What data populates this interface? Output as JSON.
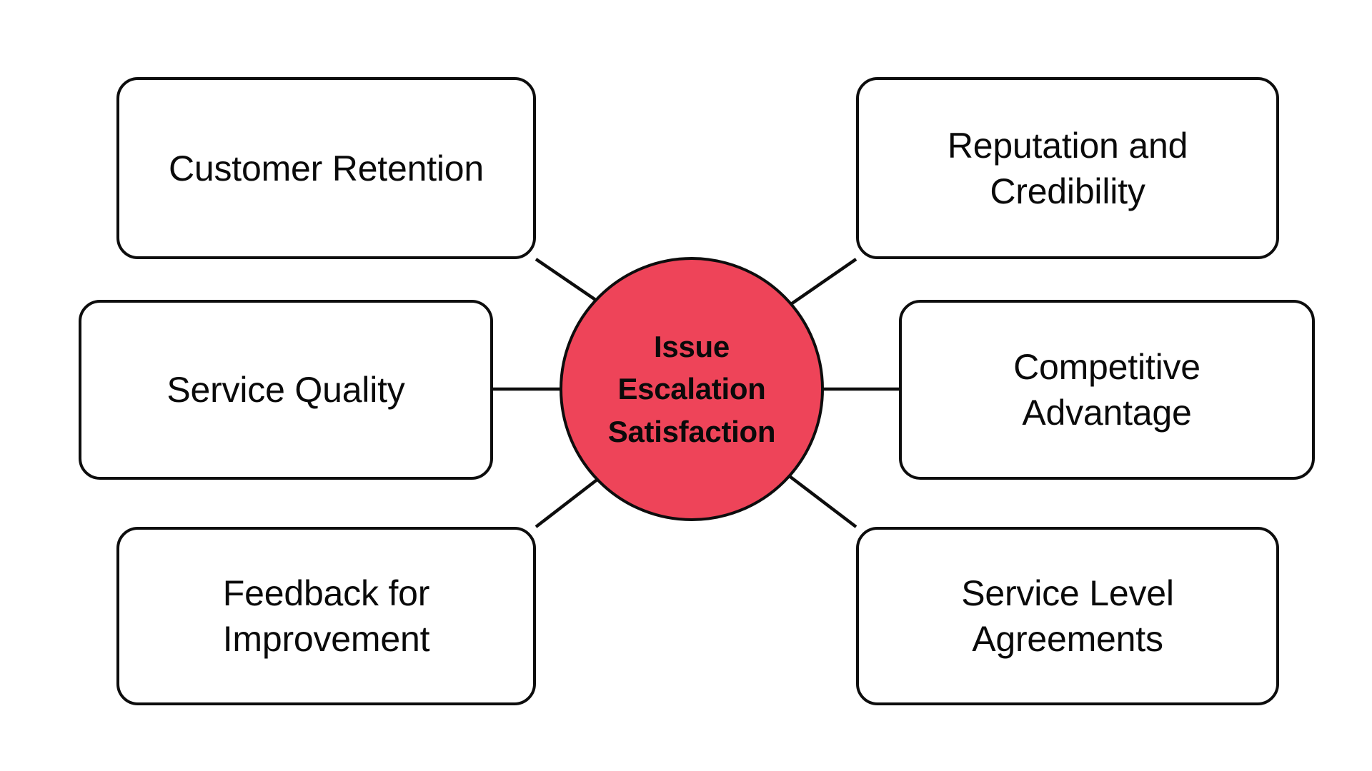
{
  "diagram": {
    "type": "hub-and-spoke",
    "background_color": "#ffffff",
    "center": {
      "label": "Issue\nEscalation\nSatisfaction",
      "shape": "circle",
      "fill_color": "#ee4459",
      "stroke_color": "#0d0d0d",
      "text_color": "#0a0a0a"
    },
    "branch_style": {
      "shape": "rounded-rectangle",
      "fill_color": "#ffffff",
      "stroke_color": "#0d0d0d",
      "text_color": "#0a0a0a"
    },
    "branches": [
      {
        "id": "customer-retention",
        "label": "Customer Retention",
        "side": "left",
        "row": "top",
        "connector": "diagonal"
      },
      {
        "id": "service-quality",
        "label": "Service Quality",
        "side": "left",
        "row": "middle",
        "connector": "horizontal"
      },
      {
        "id": "feedback-improvement",
        "label": "Feedback for\nImprovement",
        "side": "left",
        "row": "bottom",
        "connector": "diagonal"
      },
      {
        "id": "reputation-credibility",
        "label": "Reputation and\nCredibility",
        "side": "right",
        "row": "top",
        "connector": "diagonal"
      },
      {
        "id": "competitive-advantage",
        "label": "Competitive\nAdvantage",
        "side": "right",
        "row": "middle",
        "connector": "horizontal"
      },
      {
        "id": "service-level-agreements",
        "label": "Service Level\nAgreements",
        "side": "right",
        "row": "bottom",
        "connector": "diagonal"
      }
    ]
  }
}
